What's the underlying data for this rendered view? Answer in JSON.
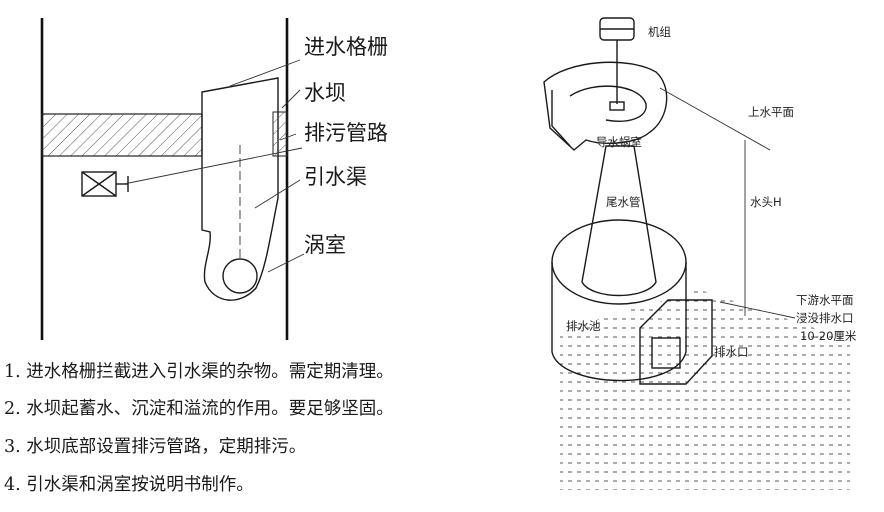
{
  "left_diagram": {
    "labels": {
      "trash_rack": "进水格栅",
      "dam": "水坝",
      "drain_pipe": "排污管路",
      "channel": "引水渠",
      "volute": "涡室"
    },
    "notes": [
      "1. 进水格栅拦截进入引水渠的杂物。需定期清理。",
      "2. 水坝起蓄水、沉淀和溢流的作用。要足够坚固。",
      "3. 水坝底部设置排污管路，定期排污。",
      "4. 引水渠和涡室按说明书制作。"
    ]
  },
  "right_diagram": {
    "labels": {
      "unit": "机组",
      "upper_water_level": "上水平面",
      "guide_volute": "导水蜗室",
      "draft_tube": "尾水管",
      "head": "水头H",
      "tailrace_pool": "排水池",
      "outlet": "排水口",
      "lower_water_level": "下游水平面",
      "submerge_line1": "浸没排水口",
      "submerge_line2": "10-20厘米"
    }
  }
}
